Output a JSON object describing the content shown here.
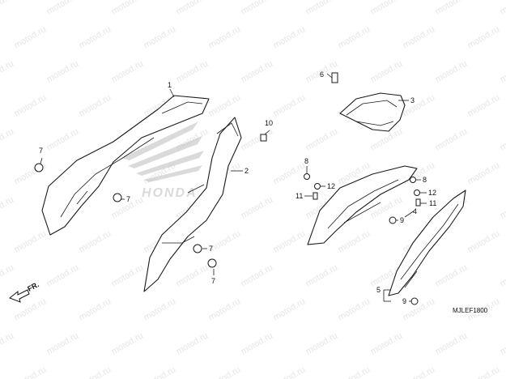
{
  "watermark": "motod.ru",
  "brand_logo": "HONDA",
  "drawing_code": "MJLEF1800",
  "direction_label": "FR.",
  "callouts": {
    "c1": "1",
    "c2": "2",
    "c3": "3",
    "c4": "4",
    "c5": "5",
    "c6": "6",
    "c7a": "7",
    "c7b": "7",
    "c7c": "7",
    "c7d": "7",
    "c8a": "8",
    "c8b": "8",
    "c9a": "9",
    "c9b": "9",
    "c10": "10",
    "c11a": "11",
    "c11b": "11",
    "c12a": "12",
    "c12b": "12"
  }
}
